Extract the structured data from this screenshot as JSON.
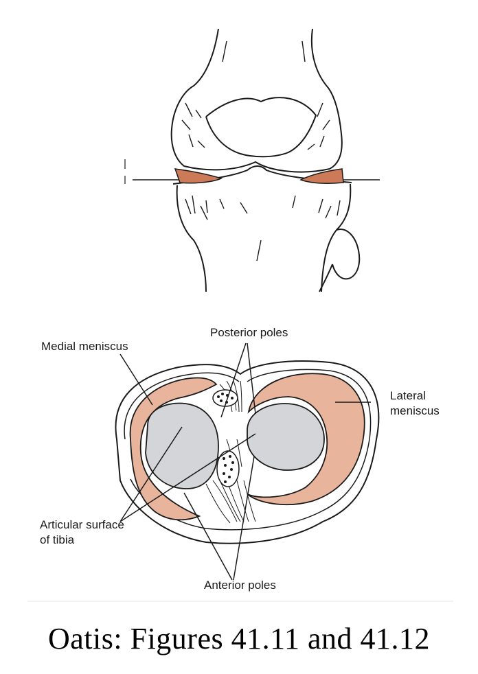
{
  "labels": {
    "medial_meniscus": "Medial meniscus",
    "posterior_poles": "Posterior poles",
    "lateral_1": "Lateral",
    "lateral_2": "meniscus",
    "articular_1": "Articular surface",
    "articular_2": "of tibia",
    "anterior_poles": "Anterior poles"
  },
  "caption": "Oatis:  Figures 41.11 and 41.12",
  "colors": {
    "meniscus_fill": "#e8b59c",
    "meniscus_top_fill": "#cd7a59",
    "articular_fill": "#d3d5d8",
    "line": "#1a1a1a"
  }
}
